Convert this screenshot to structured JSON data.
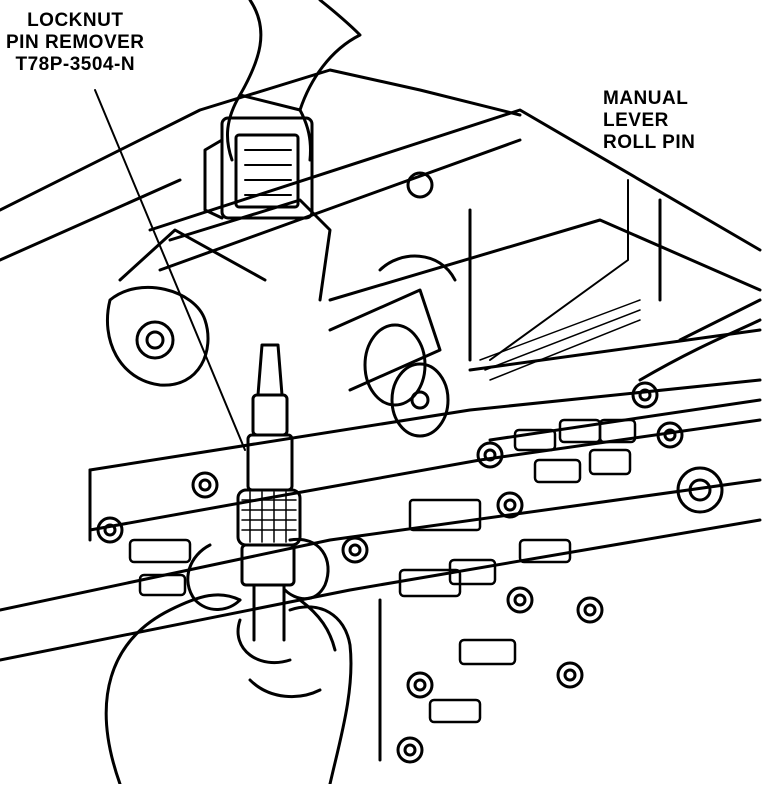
{
  "callouts": {
    "tool": {
      "lines": [
        "LOCKNUT",
        "PIN REMOVER",
        "T78P-3504-N"
      ]
    },
    "part": {
      "lines": [
        "MANUAL",
        "LEVER",
        "ROLL PIN"
      ]
    }
  },
  "colors": {
    "ink": "#000000",
    "paper": "#ffffff"
  }
}
